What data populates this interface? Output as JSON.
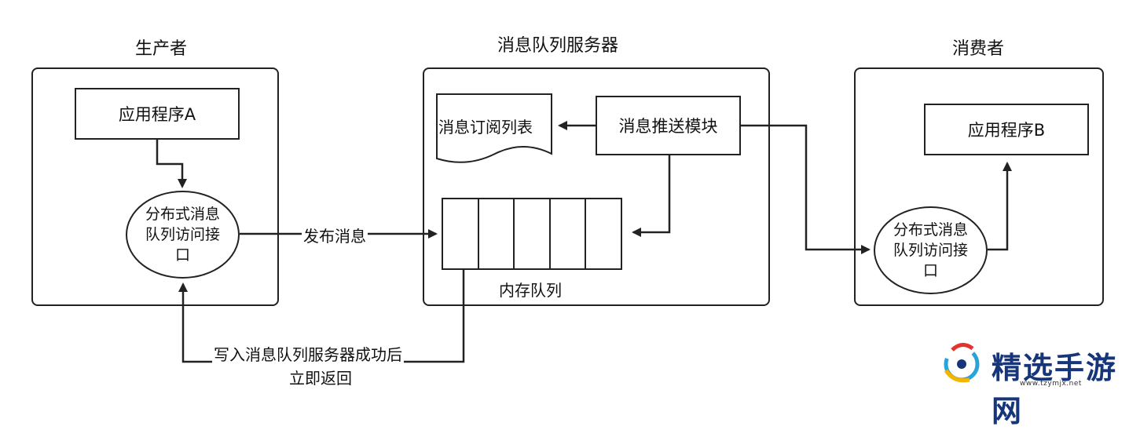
{
  "producer": {
    "title": "生产者",
    "app_label": "应用程序A",
    "interface_label": "分布式消息队列访问接口"
  },
  "server": {
    "title": "消息队列服务器",
    "subscription_list_label": "消息订阅列表",
    "push_module_label": "消息推送模块",
    "memory_queue_label": "内存队列"
  },
  "consumer": {
    "title": "消费者",
    "app_label": "应用程序B",
    "interface_label": "分布式消息队列访问接口"
  },
  "edges": {
    "publish_label": "发布消息",
    "return_label_line1": "写入消息队列服务器成功后",
    "return_label_line2": "立即返回"
  },
  "watermark": {
    "name": "精选手游网",
    "url": "www.tzymjx.net"
  }
}
